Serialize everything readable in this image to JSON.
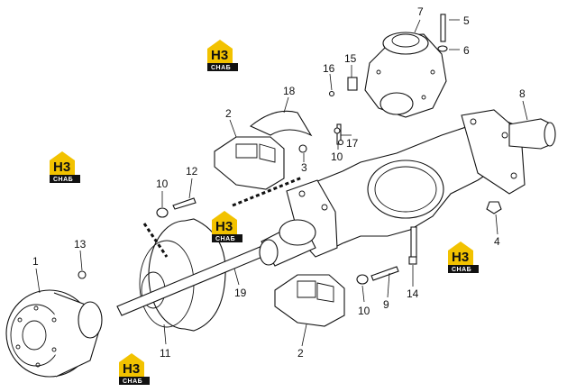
{
  "diagram": {
    "callouts": [
      "1",
      "2",
      "2",
      "3",
      "4",
      "5",
      "6",
      "7",
      "8",
      "9",
      "10",
      "10",
      "10",
      "11",
      "12",
      "13",
      "14",
      "15",
      "16",
      "17",
      "18",
      "19"
    ],
    "watermark": {
      "main": "H3",
      "sub": "СНАБ"
    },
    "colors": {
      "watermark_yellow": "#f2c200",
      "line": "#111111",
      "background": "#ffffff"
    }
  }
}
